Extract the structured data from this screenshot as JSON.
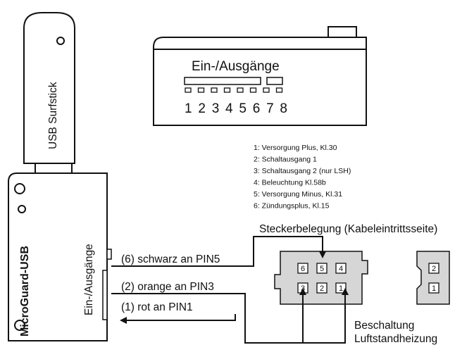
{
  "usb_stick": {
    "label": "USB Surfstick"
  },
  "device": {
    "label": "MicroGuard-USB",
    "io_label": "Ein-/Ausgänge"
  },
  "connector_top": {
    "title": "Ein-/Ausgänge",
    "pin_numbers": "12345678"
  },
  "legend": {
    "items": [
      "1: Versorgung Plus, Kl.30",
      "2: Schaltausgang 1",
      "3: Schaltausgang 2 (nur LSH)",
      "4: Beleuchtung Kl.58b",
      "5: Versorgung Minus, Kl.31",
      "6: Zündungsplus, Kl.15"
    ]
  },
  "plug": {
    "title": "Steckerbelegung (Kabeleintrittsseite)",
    "pins_top": [
      "6",
      "5",
      "4"
    ],
    "pins_bottom": [
      "3",
      "2",
      "1"
    ],
    "small_pins": [
      "2",
      "1"
    ]
  },
  "wires": [
    "(6) schwarz an PIN5",
    "(2) orange an PIN3",
    "(1) rot an PIN1"
  ],
  "heater_label": {
    "line1": "Beschaltung",
    "line2": "Luftstandheizung"
  },
  "colors": {
    "stroke": "#111111",
    "fill_light": "#ffffff",
    "fill_gray": "#d6d6d6"
  }
}
